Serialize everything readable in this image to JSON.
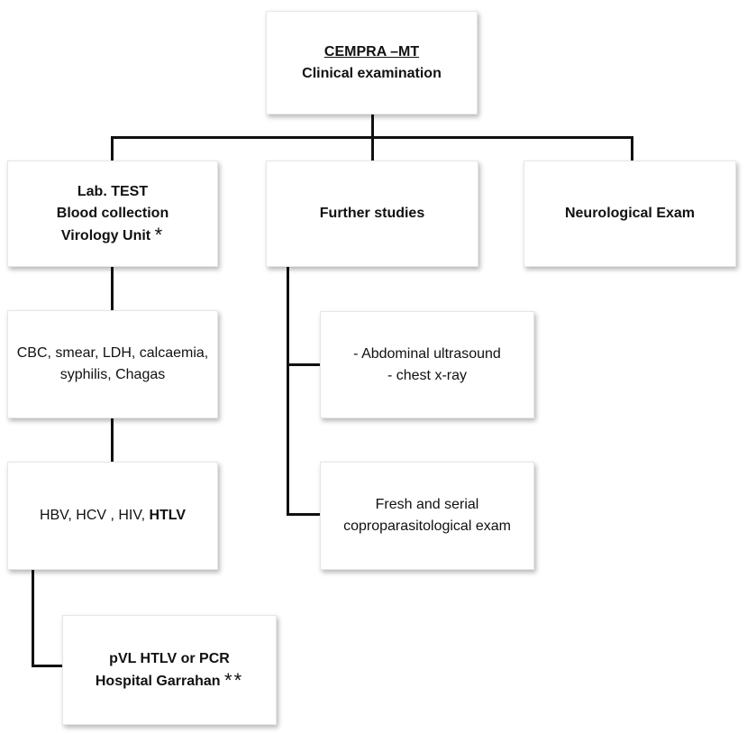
{
  "root": {
    "title": "CEMPRA –MT",
    "subtitle": "Clinical examination"
  },
  "lab": {
    "line1": "Lab. TEST",
    "line2": "Blood collection",
    "line3": "Virology Unit",
    "mark": "*"
  },
  "further": {
    "label": "Further studies"
  },
  "neuro": {
    "label": "Neurological Exam"
  },
  "cbc": {
    "line1": "CBC, smear, LDH, calcaemia,",
    "line2": "syphilis, Chagas"
  },
  "hbv": {
    "plain": "HBV, HCV , HIV, ",
    "bold": "HTLV"
  },
  "pvl": {
    "line1": "pVL HTLV or PCR",
    "line2": "Hospital Garrahan",
    "mark": "**"
  },
  "imaging": {
    "line1": "- Abdominal ultrasound",
    "line2": "- chest x-ray"
  },
  "fresh": {
    "line1": "Fresh and serial",
    "line2": "coproparasitological exam"
  }
}
